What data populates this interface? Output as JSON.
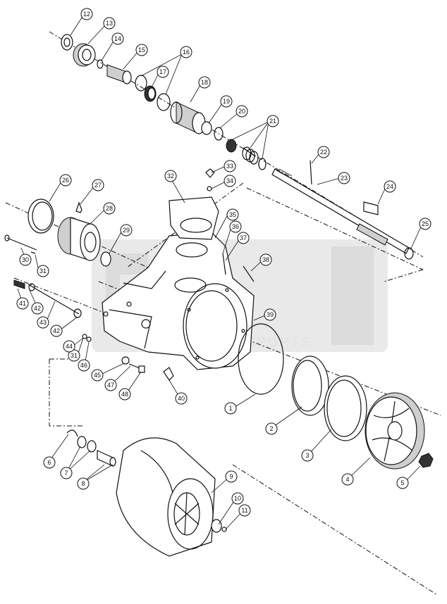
{
  "watermark": {
    "text": "JET SPORTS"
  },
  "callouts": [
    {
      "id": "c1",
      "label": "1"
    },
    {
      "id": "c2",
      "label": "2"
    },
    {
      "id": "c3",
      "label": "3"
    },
    {
      "id": "c4",
      "label": "4"
    },
    {
      "id": "c5",
      "label": "5"
    },
    {
      "id": "c6",
      "label": "6"
    },
    {
      "id": "c7",
      "label": "7"
    },
    {
      "id": "c8",
      "label": "8"
    },
    {
      "id": "c9",
      "label": "9"
    },
    {
      "id": "c10",
      "label": "10"
    },
    {
      "id": "c11",
      "label": "11"
    },
    {
      "id": "c12",
      "label": "12"
    },
    {
      "id": "c13",
      "label": "13"
    },
    {
      "id": "c14",
      "label": "14"
    },
    {
      "id": "c15",
      "label": "15"
    },
    {
      "id": "c16",
      "label": "16"
    },
    {
      "id": "c17",
      "label": "17"
    },
    {
      "id": "c18",
      "label": "18"
    },
    {
      "id": "c19",
      "label": "19"
    },
    {
      "id": "c20",
      "label": "20"
    },
    {
      "id": "c21",
      "label": "21"
    },
    {
      "id": "c22",
      "label": "22"
    },
    {
      "id": "c23",
      "label": "23"
    },
    {
      "id": "c24",
      "label": "24"
    },
    {
      "id": "c25",
      "label": "25"
    },
    {
      "id": "c26",
      "label": "26"
    },
    {
      "id": "c27",
      "label": "27"
    },
    {
      "id": "c28",
      "label": "28"
    },
    {
      "id": "c29",
      "label": "29"
    },
    {
      "id": "c30",
      "label": "30"
    },
    {
      "id": "c31a",
      "label": "31"
    },
    {
      "id": "c31b",
      "label": "31"
    },
    {
      "id": "c32",
      "label": "32"
    },
    {
      "id": "c33",
      "label": "33"
    },
    {
      "id": "c34",
      "label": "34"
    },
    {
      "id": "c35",
      "label": "35"
    },
    {
      "id": "c36",
      "label": "36"
    },
    {
      "id": "c37",
      "label": "37"
    },
    {
      "id": "c38",
      "label": "38"
    },
    {
      "id": "c39",
      "label": "39"
    },
    {
      "id": "c40",
      "label": "40"
    },
    {
      "id": "c41",
      "label": "41"
    },
    {
      "id": "c42",
      "label": "42"
    },
    {
      "id": "c43",
      "label": "43"
    },
    {
      "id": "c44",
      "label": "44"
    },
    {
      "id": "c45",
      "label": "45"
    },
    {
      "id": "c46",
      "label": "46"
    },
    {
      "id": "c47",
      "label": "47"
    },
    {
      "id": "c48",
      "label": "48"
    }
  ]
}
